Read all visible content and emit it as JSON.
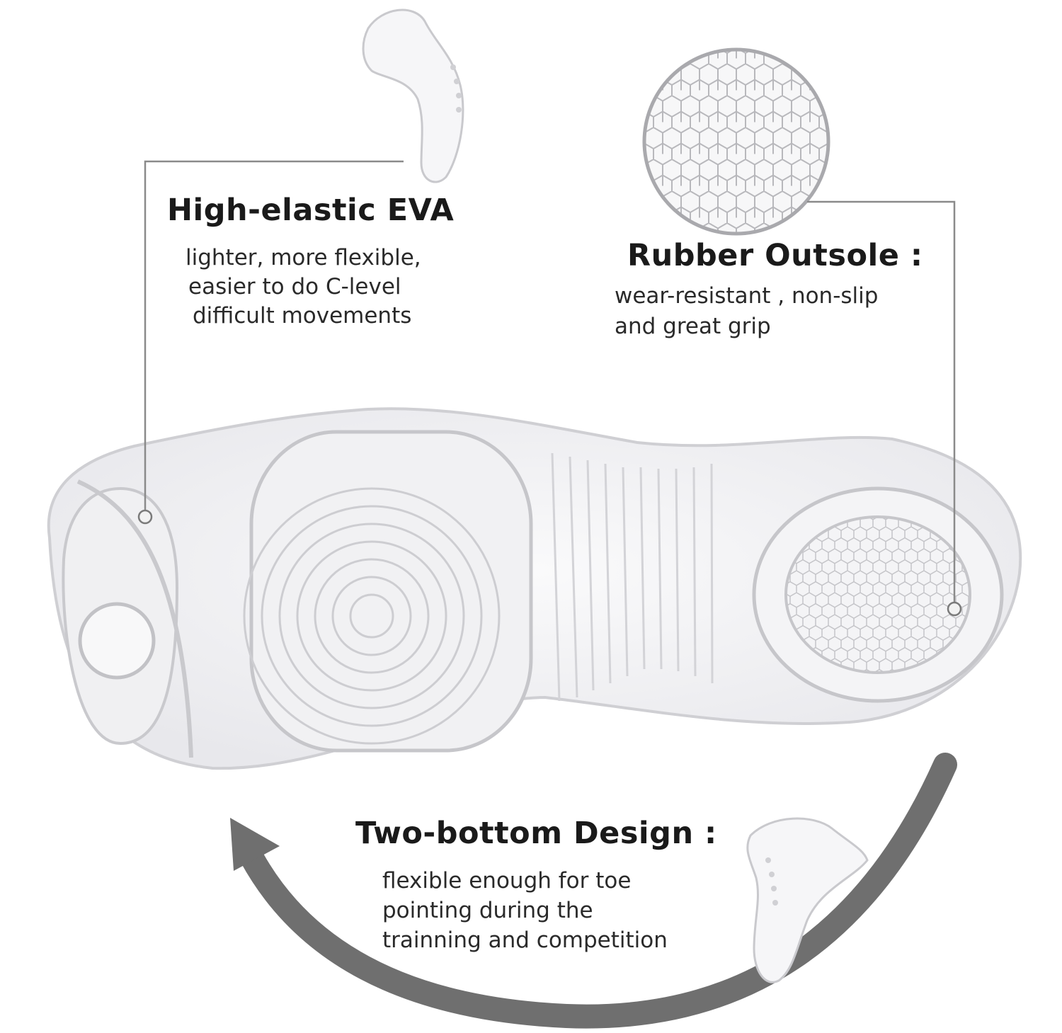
{
  "callouts": {
    "eva": {
      "title": "High-elastic EVA",
      "lines": [
        "lighter, more flexible,",
        "easier to do C-level",
        "difficult movements"
      ]
    },
    "rubber": {
      "title": "Rubber Outsole :",
      "lines": [
        "wear-resistant , non-slip",
        "and great grip"
      ]
    },
    "two_bottom": {
      "title": "Two-bottom Design :",
      "lines": [
        "flexible enough for toe",
        "pointing during the",
        "trainning and competition"
      ]
    }
  },
  "colors": {
    "background": "#ffffff",
    "text": "#1a1a1a",
    "leader_line": "#8a8a8a",
    "arrow": "#6f6f6f",
    "sole": "#f3f3f5",
    "sole_groove": "#c9c9cd"
  },
  "icons": [
    "shoe-thumbnail-icon",
    "hexagon-texture-icon",
    "curved-arrow-icon",
    "shoe-sole-illustration"
  ]
}
